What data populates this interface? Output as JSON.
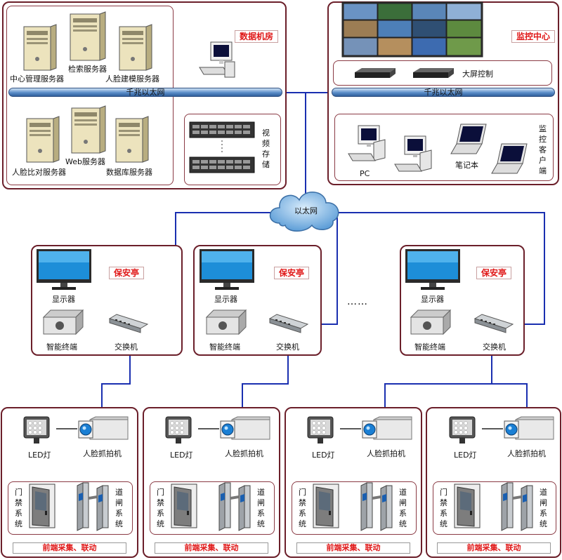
{
  "datacenter": {
    "title": "数据机房",
    "servers": [
      "中心管理服务器",
      "检索服务器",
      "人脸建模服务器",
      "人脸比对服务器",
      "Web服务器",
      "数据库服务器"
    ],
    "bus": "千兆以太网",
    "storage": "视频存储"
  },
  "monitor": {
    "title": "监控中心",
    "bigscreen": "大屏控制",
    "bus": "千兆以太网",
    "pc": "PC",
    "laptop": "笔记本",
    "client": "监控客户端"
  },
  "cloud": "以太网",
  "dots": "……",
  "guard": {
    "title": "保安亭",
    "monitor": "显示器",
    "terminal": "智能终端",
    "switch": "交换机"
  },
  "front": {
    "led": "LED灯",
    "camera": "人脸抓拍机",
    "door": "门禁系统",
    "gate": "道闸系统",
    "footer": "前端采集、联动"
  },
  "colors": {
    "frame": "#6b1f2a",
    "link": "#1a2fb0",
    "accent_text": "#e01818"
  }
}
